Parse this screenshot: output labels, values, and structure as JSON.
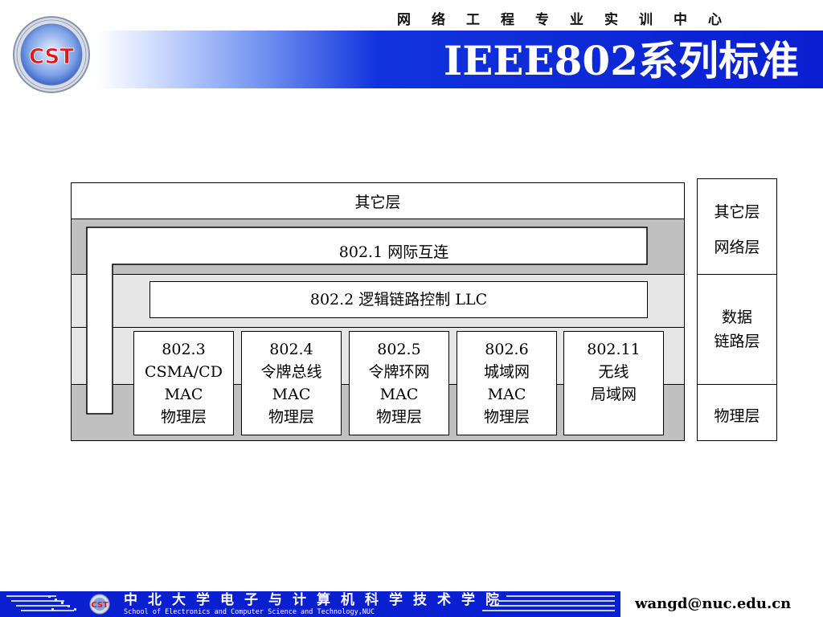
{
  "header": {
    "center_name": "网络工程专业实训中心",
    "slide_title": "IEEE802系列标准",
    "logo_text": "CST"
  },
  "diagram": {
    "top_layer": "其它层",
    "internetworking": "802.1 网际互连",
    "llc": "802.2 逻辑链路控制 LLC",
    "mac_boxes": [
      {
        "line1": "802.3",
        "line2": "CSMA/CD",
        "line3": "MAC",
        "line4": "物理层"
      },
      {
        "line1": "802.4",
        "line2": "令牌总线",
        "line3": "MAC",
        "line4": "物理层"
      },
      {
        "line1": "802.5",
        "line2": "令牌环网",
        "line3": "MAC",
        "line4": "物理层"
      },
      {
        "line1": "802.6",
        "line2": "城域网",
        "line3": "MAC",
        "line4": "物理层"
      },
      {
        "line1": "802.11",
        "line2": "无线",
        "line3": "局域网"
      }
    ],
    "osi": {
      "other": "其它层",
      "network": "网络层",
      "datalink_1": "数据",
      "datalink_2": "链路层",
      "physical": "物理层"
    }
  },
  "footer": {
    "school_cn": "中北大学电子与计算机科学技术学院",
    "school_en": "School of Electronics and Computer Science and Technology,NUC",
    "email": "wangd@nuc.edu.cn"
  },
  "colors": {
    "band_blue": "#0a1fd0",
    "gray_dark": "#c0c0c0",
    "gray_light": "#e6e6e6"
  }
}
